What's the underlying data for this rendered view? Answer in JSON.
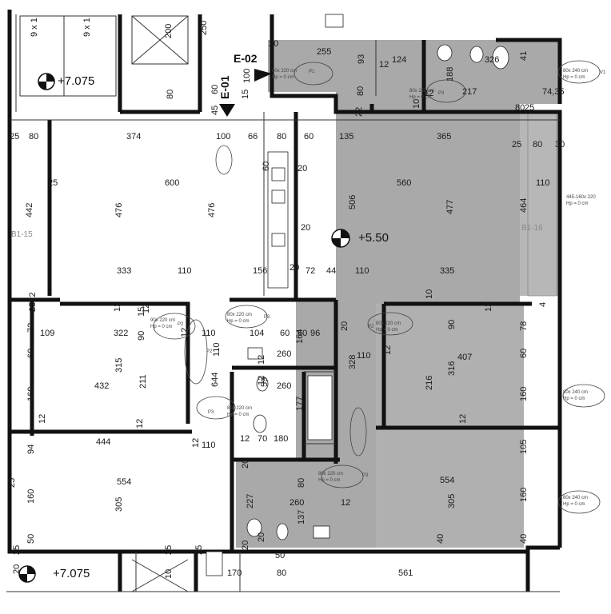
{
  "levels": {
    "top_stair": "+7.075",
    "main": "+5.50",
    "bottom_stair": "+7.075"
  },
  "elevation_markers": {
    "e01": "E-01",
    "e02": "E-02"
  },
  "side_labels": {
    "left": "B1-15",
    "right": "B1-16"
  },
  "door_tags": {
    "p1": "P1",
    "p2a": "P2",
    "p2b": "P2",
    "p2c": "P2",
    "p3a": "P3",
    "p3b": "P3",
    "p3c": "P3",
    "p3d": "P3",
    "v1": "V1"
  },
  "door_notes": {
    "d1": "80x 220 cm",
    "d1b": "Hp = 0 cm",
    "d2": "80x 220 cm",
    "d2b": "Hp = 0 cm",
    "d3": "90x 220 cm",
    "d3b": "Hp = 0 cm",
    "d4": "80x 220 cm",
    "d4b": "Hp = 0 cm",
    "d5": "80x 220 cm",
    "d5b": "Hp = 0 cm",
    "d6": "80x 220 cm",
    "d6b": "Hp = 0 cm",
    "d7": "80x 220 cm",
    "d7b": "Hp = 0 cm",
    "w1": "80x 240 cm",
    "w1b": "Hp = 0 cm",
    "w2": "445-160x 220",
    "w2b": "Hp = 0 cm",
    "w3": "80x 240 cm",
    "w3b": "Hp = 0 cm",
    "w4": "80x 240 cm",
    "w4b": "Hp = 0 cm"
  },
  "dimensions": {
    "t1": "250",
    "t2": "200",
    "t3": "255",
    "t4": "93",
    "t5": "124",
    "t6": "326",
    "t7": "20",
    "t8": "12",
    "t9": "80",
    "t10": "41",
    "t11": "188",
    "t12": "217",
    "t13": "74,35",
    "t14": "25",
    "t15": "80",
    "t16": "12",
    "t17": "22",
    "t18": "10",
    "t19": "60",
    "t20": "45",
    "t21": "15",
    "t22": "100",
    "t23": "80",
    "r1a": "25",
    "r1b": "80",
    "r1c": "374",
    "r1d": "100",
    "r1e": "66",
    "r1f": "80",
    "r1g": "60",
    "r1h": "135",
    "r1i": "365",
    "r1j": "25",
    "r1k": "80",
    "r1l": "30",
    "m1": "600",
    "m2": "25",
    "m3": "442",
    "m4": "476",
    "m5": "476",
    "m6": "506",
    "m7": "560",
    "m8": "477",
    "m9": "464",
    "m10": "110",
    "m11": "20",
    "m12": "20",
    "m13": "60",
    "r2a": "333",
    "r2b": "110",
    "r2c": "156",
    "r2d": "20",
    "r2e": "72",
    "r2f": "44",
    "r2g": "110",
    "r2h": "335",
    "r3a": "2522",
    "r3b": "12",
    "r3c": "15",
    "r3d": "12",
    "r3e": "10",
    "r3f": "12",
    "r3g": "4",
    "b1": "72",
    "b2": "109",
    "b3": "322",
    "b4": "90",
    "b5": "110",
    "b6": "104",
    "b7": "60",
    "b8": "60",
    "b9": "96",
    "b10": "164",
    "b11": "20",
    "b12": "90",
    "b13": "78",
    "b14": "12",
    "c1": "60",
    "c2": "315",
    "c3": "432",
    "c4": "211",
    "c5": "110",
    "c6": "260",
    "c7": "12",
    "c8": "328",
    "c9": "110",
    "c10": "407",
    "c11": "216",
    "c12": "316",
    "c13": "60",
    "c14": "12",
    "d1": "160",
    "d2": "644",
    "d3": "59",
    "d4": "260",
    "d5": "177",
    "d6": "160",
    "d7": "12",
    "d8": "12",
    "d9": "12",
    "d10": "12",
    "e1": "444",
    "e2": "110",
    "e3": "12",
    "e4": "70",
    "e5": "180",
    "e6": "94",
    "e7": "105",
    "e8": "12",
    "f1": "25",
    "f2": "554",
    "f3": "20",
    "f4": "80",
    "f5": "554",
    "g1": "160",
    "g2": "305",
    "g3": "227",
    "g4": "260",
    "g5": "12",
    "g6": "305",
    "g7": "160",
    "g8": "137",
    "h1": "50",
    "h2": "20",
    "h3": "40",
    "h4": "40",
    "i1": "25",
    "i2": "20",
    "i3": "50",
    "i4": "25",
    "i5": "10",
    "j1": "20",
    "j2": "25",
    "j3": "170",
    "j4": "80",
    "j5": "561",
    "k1": "9 x 1",
    "k2": "9 x 1"
  }
}
